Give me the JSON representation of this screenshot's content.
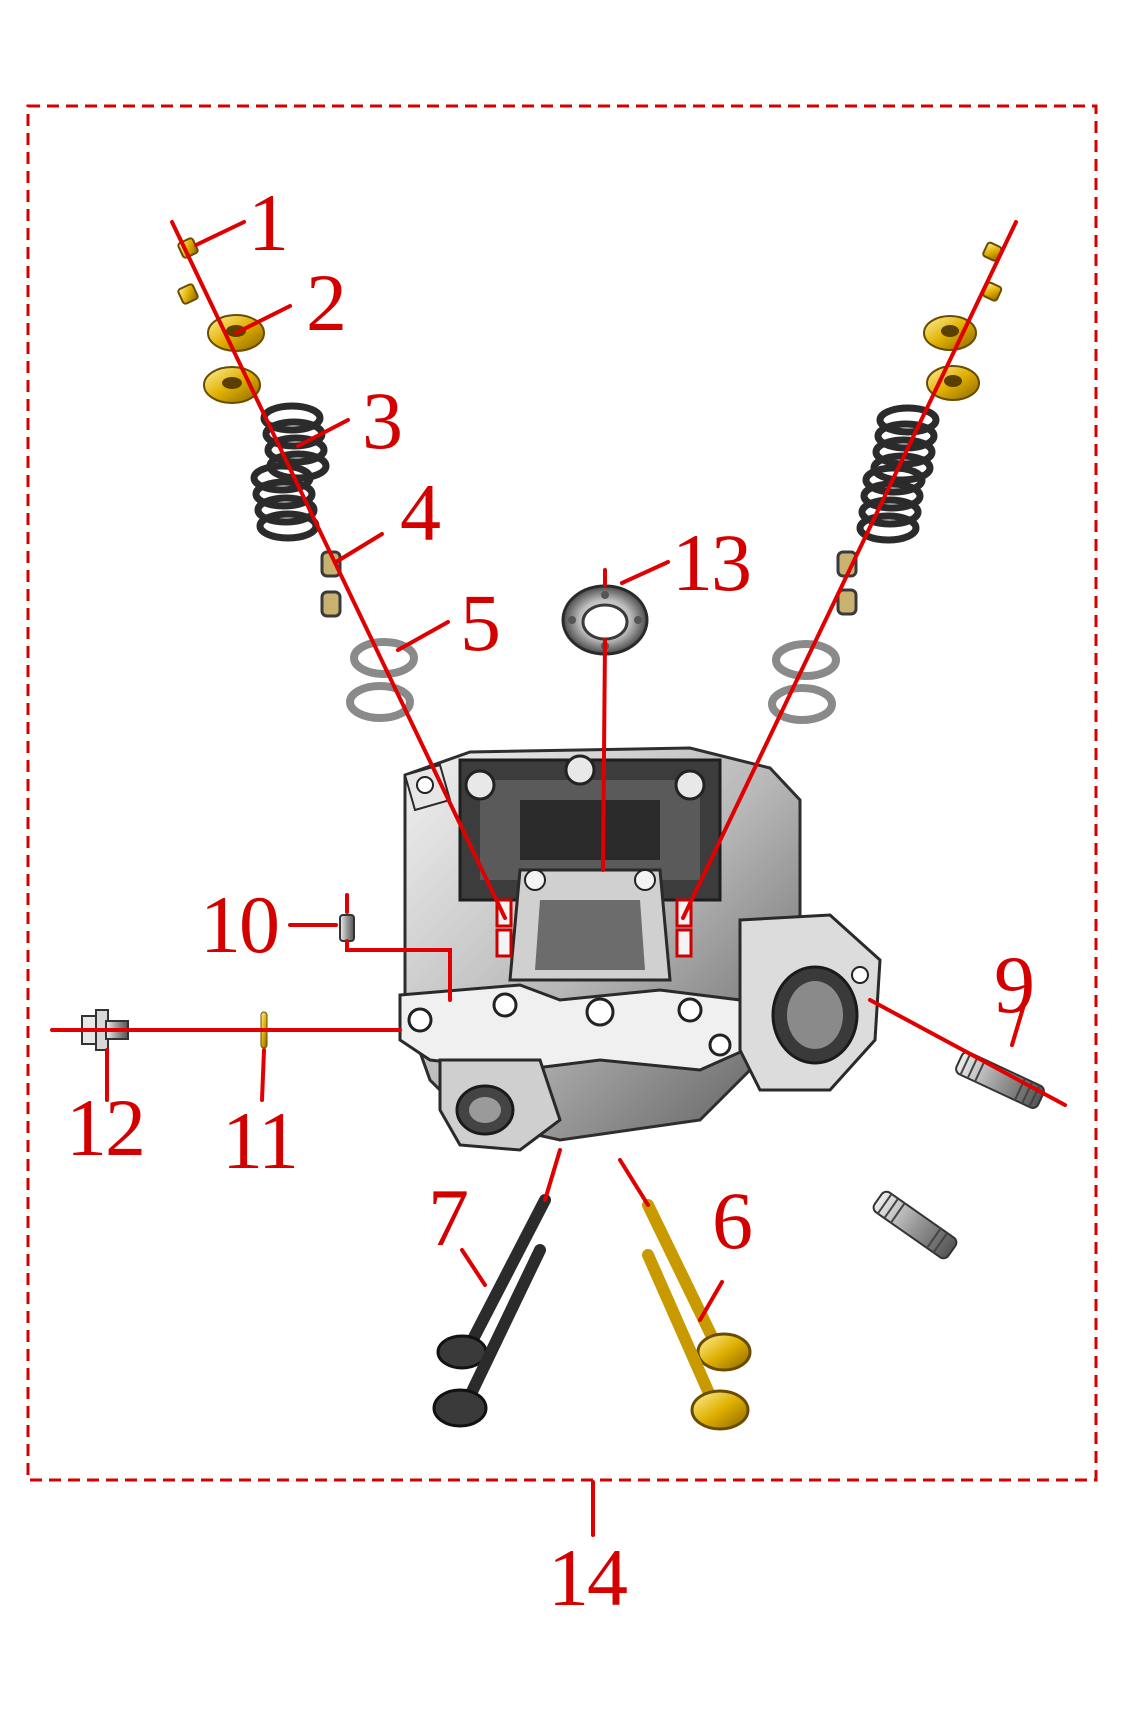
{
  "diagram": {
    "colors": {
      "leader_line": "#e00000",
      "callout_text": "#d40000",
      "frame": "#d40000",
      "casting_dark": "#3a3a3a",
      "casting_mid": "#9a9a9a",
      "casting_light": "#e2e2e2",
      "gold_part": "#e0b000",
      "spring_dark": "#2b2b2b"
    },
    "callouts": [
      {
        "id": "1",
        "label": "1"
      },
      {
        "id": "2",
        "label": "2"
      },
      {
        "id": "3",
        "label": "3"
      },
      {
        "id": "4",
        "label": "4"
      },
      {
        "id": "5",
        "label": "5"
      },
      {
        "id": "6",
        "label": "6"
      },
      {
        "id": "7",
        "label": "7"
      },
      {
        "id": "9",
        "label": "9"
      },
      {
        "id": "10",
        "label": "10"
      },
      {
        "id": "11",
        "label": "11"
      },
      {
        "id": "12",
        "label": "12"
      },
      {
        "id": "13",
        "label": "13"
      },
      {
        "id": "14",
        "label": "14"
      }
    ]
  }
}
